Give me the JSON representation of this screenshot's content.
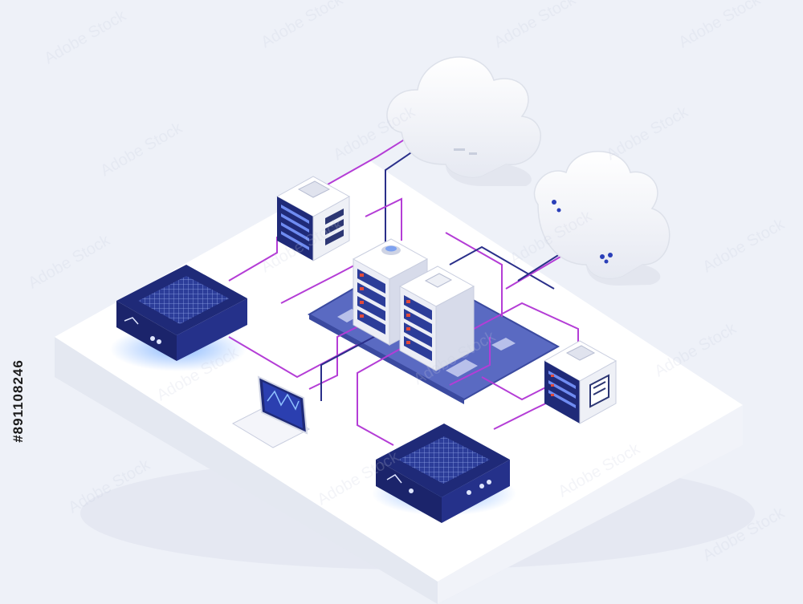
{
  "image": {
    "stock_id": "#891108246",
    "watermark_logo": "Adobe Stock"
  },
  "colors": {
    "background": "#eef1f8",
    "platform_top": "#ffffff",
    "platform_side": "#e9ecf4",
    "navy": "#1f2a78",
    "screen_blue": "#2c3d99",
    "glow": "#7fb2ff",
    "wire_purple": "#b43dd6",
    "wire_navy": "#2a2f8a",
    "server_white": "#f7f8fc",
    "led_red": "#e24a3a"
  },
  "nodes": [
    {
      "name": "cloud-large",
      "type": "cloud"
    },
    {
      "name": "cloud-right",
      "type": "cloud"
    },
    {
      "name": "server-rack-left",
      "type": "server"
    },
    {
      "name": "server-rack-right",
      "type": "server"
    },
    {
      "name": "storage-unit-top",
      "type": "storage"
    },
    {
      "name": "storage-unit-right",
      "type": "storage"
    },
    {
      "name": "router-left",
      "type": "router"
    },
    {
      "name": "router-bottom",
      "type": "router"
    },
    {
      "name": "laptop",
      "type": "laptop"
    }
  ]
}
